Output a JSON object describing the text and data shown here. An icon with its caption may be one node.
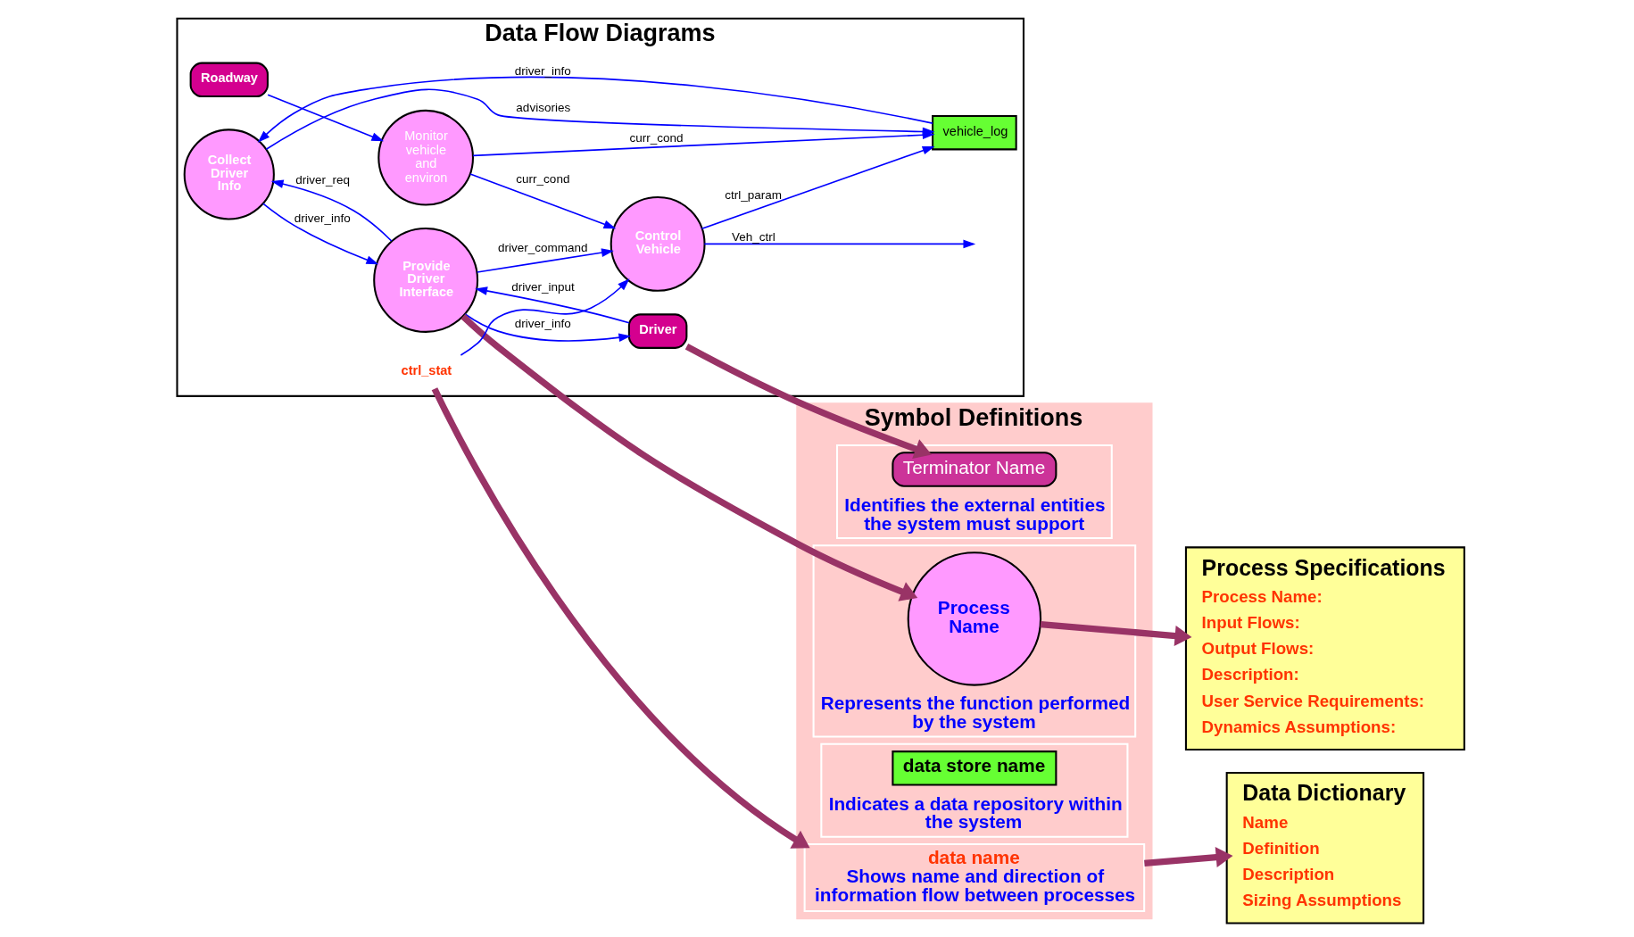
{
  "diagram": {
    "nodes": [
      {
        "text": [
          "Data Flow Diagrams"
        ]
      },
      {
        "text": [
          "Collect Driver Info"
        ],
        "in": 0
      },
      {
        "text": [
          "Driver"
        ],
        "in": 0
      },
      {
        "text": [
          "Provide Driver Interface"
        ],
        "in": 0
      },
      {
        "text": [
          "vehicle_log"
        ],
        "in": 0
      },
      {
        "text": [
          "Control Vehicle"
        ],
        "in": 0
      },
      {
        "text": [
          "Monitor vehicle and environ"
        ],
        "in": 0
      },
      {
        "text": [
          "Roadway"
        ],
        "in": 0
      },
      {
        "text": [
          "ctrl_stat"
        ],
        "in": 0
      },
      {
        "text": [
          "Symbol Definitions"
        ]
      },
      {
        "text": [
          "Identifies the external entities the system must support"
        ],
        "in": 9
      },
      {
        "text": [
          "Terminator Name"
        ],
        "in": 10
      },
      {
        "text": [
          "Represents the function performed by the system"
        ],
        "in": 9
      },
      {
        "text": [
          "Process Name"
        ],
        "in": 12
      },
      {
        "text": [
          "data name",
          "Shows name and direction of information flow between processes"
        ],
        "in": 9
      },
      {
        "text": [
          "Indicates a data repository within the system"
        ],
        "in": 9
      },
      {
        "text": [
          "data store name"
        ],
        "in": 15
      },
      {
        "text": [
          "Process Specifications",
          "Process Name:",
          "Input Flows:",
          "Output Flows:",
          "Description:",
          "User Service Requirements:",
          "Dynamics Assumptions:"
        ]
      },
      {
        "text": [
          "Data Dictionary",
          "Name",
          "Definition",
          "Description",
          "Sizing Assumptions"
        ]
      }
    ],
    "edges": [
      {
        "from": 1,
        "to": 3,
        "arrow": "to",
        "label": "driver_info"
      },
      {
        "from": 2,
        "to": 3,
        "arrow": "to",
        "label": "driver_input"
      },
      {
        "from": 3,
        "to": 1,
        "arrow": "to",
        "label": "driver_req"
      },
      {
        "from": 3,
        "to": 2,
        "arrow": "to",
        "label": "driver_info"
      },
      {
        "from": 1,
        "to": 4,
        "arrow": "to",
        "label": "advisories"
      },
      {
        "from": 4,
        "to": 1,
        "arrow": "to",
        "label": "driver_info"
      },
      {
        "from": 3,
        "to": 5,
        "arrow": "to",
        "label": "driver_command"
      },
      {
        "from": 5,
        "to": 4,
        "arrow": "to",
        "label": "ctrl_param"
      },
      {
        "from": 5,
        "to": null,
        "arrow": "to",
        "label": "Veh_ctrl"
      },
      {
        "from": 6,
        "to": 4,
        "arrow": "to",
        "label": "curr_cond"
      },
      {
        "from": 6,
        "to": 5,
        "arrow": "to",
        "label": "curr_cond"
      },
      {
        "from": 7,
        "to": 6,
        "arrow": "to"
      },
      {
        "from": 8,
        "to": 5,
        "arrow": "to"
      },
      {
        "from": 2,
        "to": 11,
        "arrow": "to",
        "style": "thick",
        "color": "#993366"
      },
      {
        "from": 3,
        "to": 13,
        "arrow": "to",
        "style": "thick",
        "color": "#993366"
      },
      {
        "from": 8,
        "to": 14,
        "arrow": "to",
        "style": "thick",
        "color": "#993366"
      },
      {
        "from": 13,
        "to": 17,
        "arrow": "to",
        "style": "thick",
        "color": "#993366"
      },
      {
        "from": 14,
        "to": 18,
        "arrow": "to",
        "style": "thick",
        "color": "#993366"
      }
    ]
  }
}
